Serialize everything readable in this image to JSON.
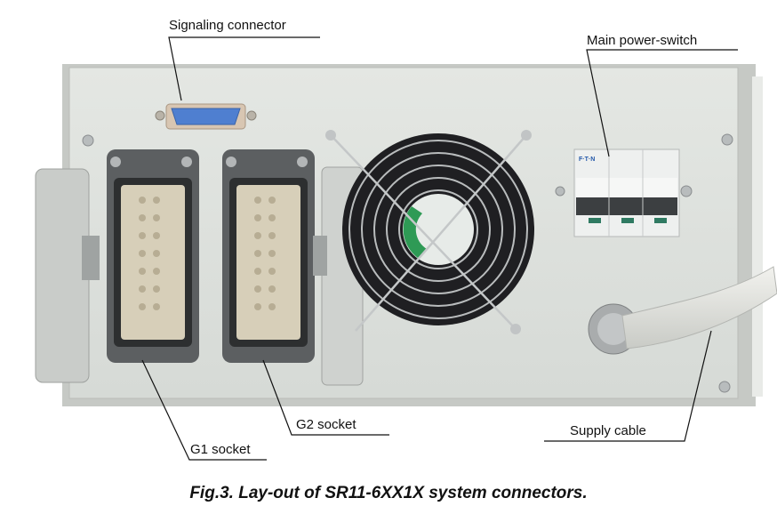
{
  "labels": {
    "signaling_connector": "Signaling connector",
    "main_power_switch": "Main power-switch",
    "g1_socket": "G1 socket",
    "g2_socket": "G2 socket",
    "supply_cable": "Supply cable"
  },
  "breaker_brand": "F·T·N",
  "caption": "Fig.3. Lay-out of SR11-6XX1X system connectors.",
  "colors": {
    "panel": "#dfe3df",
    "frame": "#c9ccc8",
    "dsub": "#4f7fd0",
    "fan_dark": "#1f1f22",
    "fan_label_green": "#2e9a55",
    "socket_gray": "#5c5f61"
  }
}
